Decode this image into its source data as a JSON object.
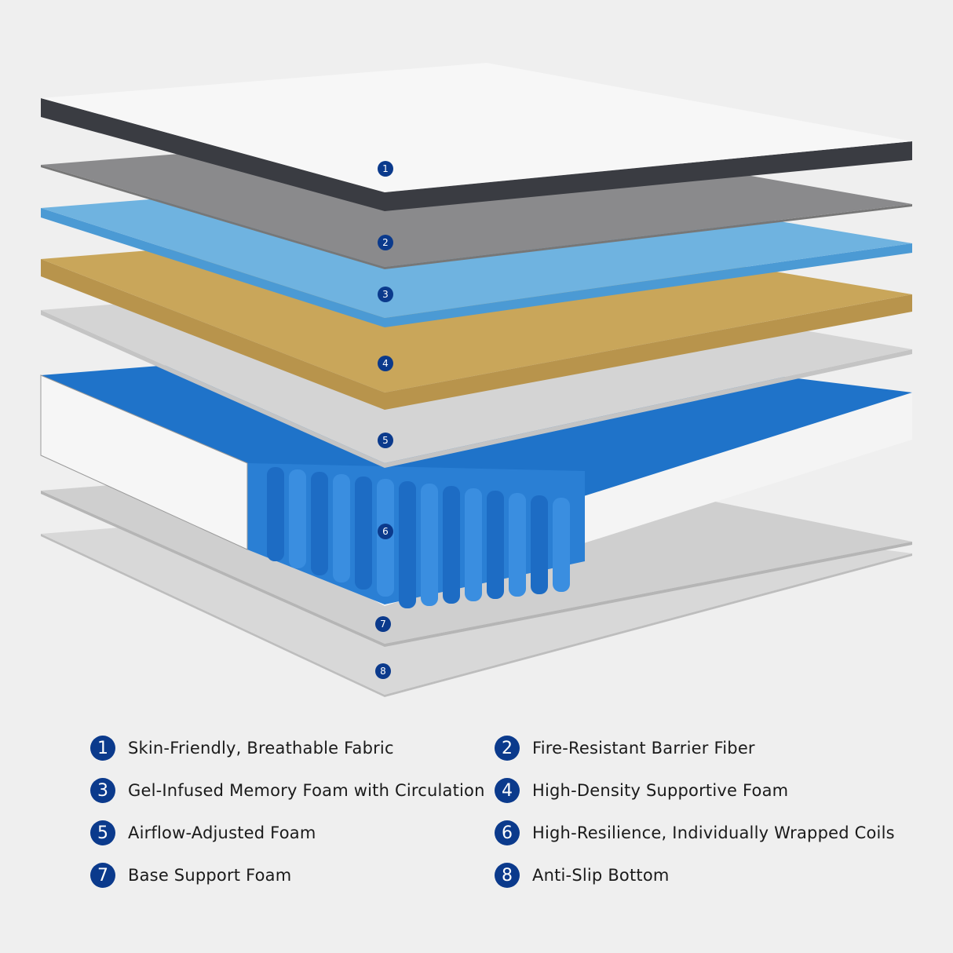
{
  "colors": {
    "background": "#efefef",
    "badge": "#0b3a8c",
    "fabric": "#f7f7f7",
    "fabric_edge": "#3a3c42",
    "barrier": "#8a8a8c",
    "gel_foam": "#6fb3e0",
    "support_foam": "#c9a65a",
    "airflow_foam": "#d4d4d4",
    "coil": "#1f73c9",
    "base_foam": "#cfcfcf",
    "bottom": "#d8d8d8"
  },
  "layers": [
    {
      "num": "1",
      "label": "Skin-Friendly, Breathable Fabric"
    },
    {
      "num": "2",
      "label": "Fire-Resistant Barrier Fiber"
    },
    {
      "num": "3",
      "label": "Gel-Infused Memory Foam with Circulation"
    },
    {
      "num": "4",
      "label": "High-Density Supportive Foam"
    },
    {
      "num": "5",
      "label": "Airflow-Adjusted Foam"
    },
    {
      "num": "6",
      "label": "High-Resilience, Individually Wrapped Coils"
    },
    {
      "num": "7",
      "label": "Base Support Foam"
    },
    {
      "num": "8",
      "label": "Anti-Slip Bottom"
    }
  ]
}
